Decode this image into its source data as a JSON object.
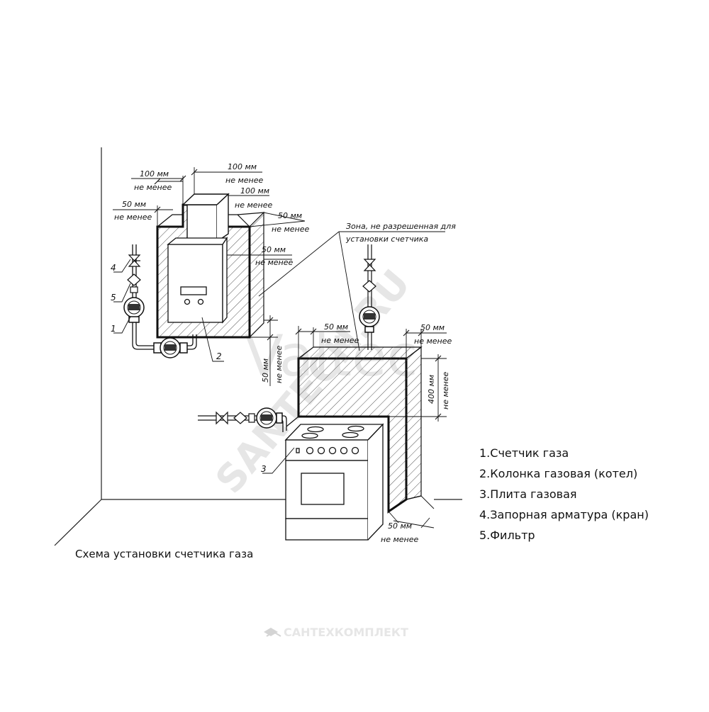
{
  "diagram": {
    "caption": "Схема установки счетчика газа",
    "zone_label": [
      "Зона, не разрешенная для",
      "установки счетчика"
    ],
    "dim_min": "не менее",
    "dims": {
      "d100_left": "100 мм",
      "d100_top": "100 мм",
      "d100_right": "100 мм",
      "d50_left": "50 мм",
      "d50_right1": "50 мм",
      "d50_right2": "50 мм",
      "d50_bottom_boiler": "50 мм",
      "d50_stove_left": "50 мм",
      "d50_stove_right": "50 мм",
      "d400": "400 мм",
      "d50_floor": "50 мм"
    },
    "callouts": [
      "4",
      "5",
      "1",
      "2",
      "3"
    ],
    "legend": [
      "1.Счетчик газа",
      "2.Колонка газовая (котел)",
      "3.Плита газовая",
      "4.Запорная арматура (кран)",
      "5.Фильтр"
    ],
    "watermarks": {
      "brand": "Valtec",
      "site": "SANTECH.RU",
      "footer": "САНТЕХКОМПЛЕКТ"
    }
  }
}
